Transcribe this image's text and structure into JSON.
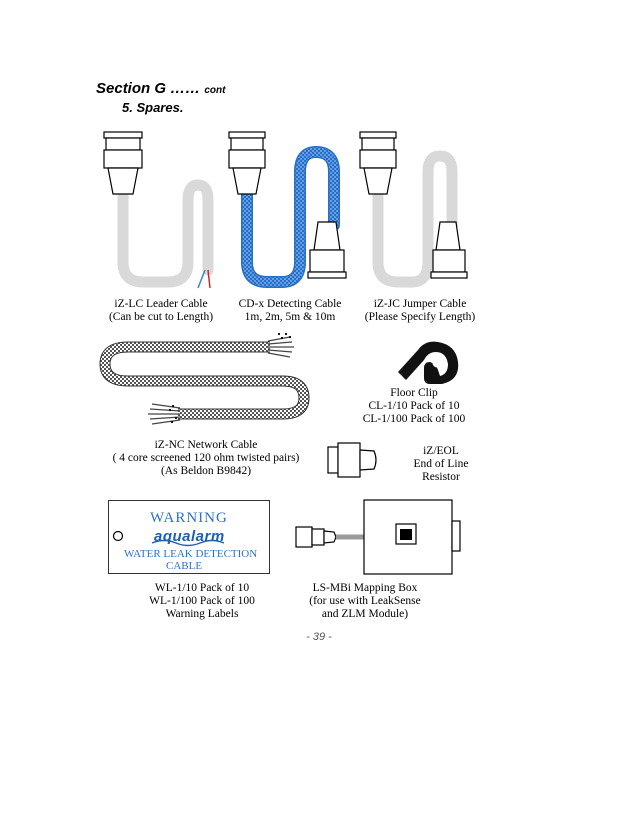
{
  "header": {
    "section": "Section G  ……",
    "cont": "cont",
    "subsection": "5.   Spares."
  },
  "items": [
    {
      "lines": [
        "iZ-LC  Leader Cable",
        "(Can be cut to Length)"
      ]
    },
    {
      "lines": [
        "CD-x Detecting Cable",
        "1m, 2m, 5m & 10m"
      ]
    },
    {
      "lines": [
        "iZ-JC  Jumper  Cable",
        "(Please Specify Length)"
      ]
    },
    {
      "lines": [
        "Floor  Clip",
        "CL-1/10 Pack of 10",
        "CL-1/100 Pack of 100"
      ]
    },
    {
      "lines": [
        "iZ-NC  Network Cable",
        "( 4 core screened 120 ohm twisted pairs)",
        "(As Beldon B9842)"
      ]
    },
    {
      "lines": [
        "iZ/EOL",
        "End of Line",
        "Resistor"
      ]
    },
    {
      "lines": [
        "WL-1/10 Pack of 10",
        "WL-1/100 Pack of 100",
        "Warning Labels"
      ]
    },
    {
      "lines": [
        "LS-MBi Mapping Box",
        "(for use with LeakSense",
        "and ZLM  Module)"
      ]
    }
  ],
  "warning_label": {
    "title": "WARNING",
    "brand": "aqualarm",
    "line1": "WATER LEAK DETECTION",
    "line2": "CABLE"
  },
  "page_number": "- 39 -",
  "colors": {
    "detecting_cable": "#3a82d6",
    "cable_grey": "#d9d9d9",
    "label_text": "#2b74c4"
  }
}
